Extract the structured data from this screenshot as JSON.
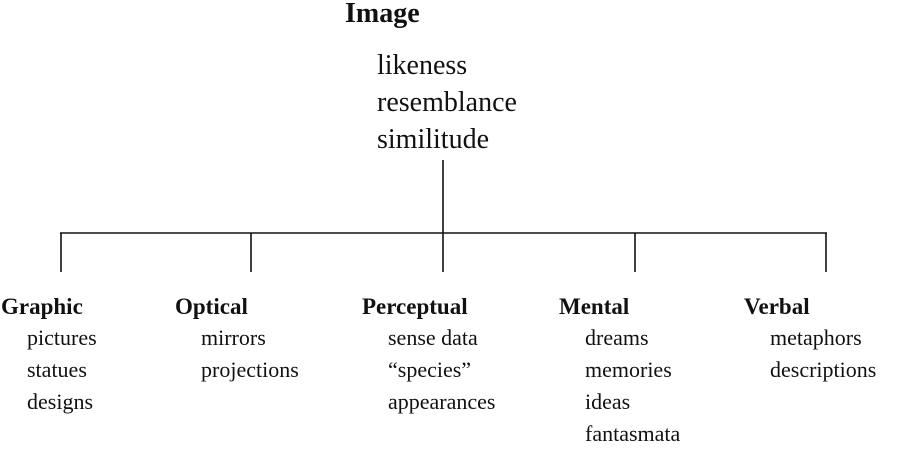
{
  "root": {
    "title": "Image",
    "terms": [
      "likeness",
      "resemblance",
      "similitude"
    ]
  },
  "branches": [
    {
      "name": "Graphic",
      "items": [
        "pictures",
        "statues",
        "designs"
      ]
    },
    {
      "name": "Optical",
      "items": [
        "mirrors",
        "projections"
      ]
    },
    {
      "name": "Perceptual",
      "items": [
        "sense data",
        "“species”",
        "appearances"
      ]
    },
    {
      "name": "Mental",
      "items": [
        "dreams",
        "memories",
        "ideas",
        "fantasmata"
      ]
    },
    {
      "name": "Verbal",
      "items": [
        "metaphors",
        "descriptions"
      ]
    }
  ],
  "colors": {
    "ink": "#111111",
    "background": "#ffffff"
  }
}
